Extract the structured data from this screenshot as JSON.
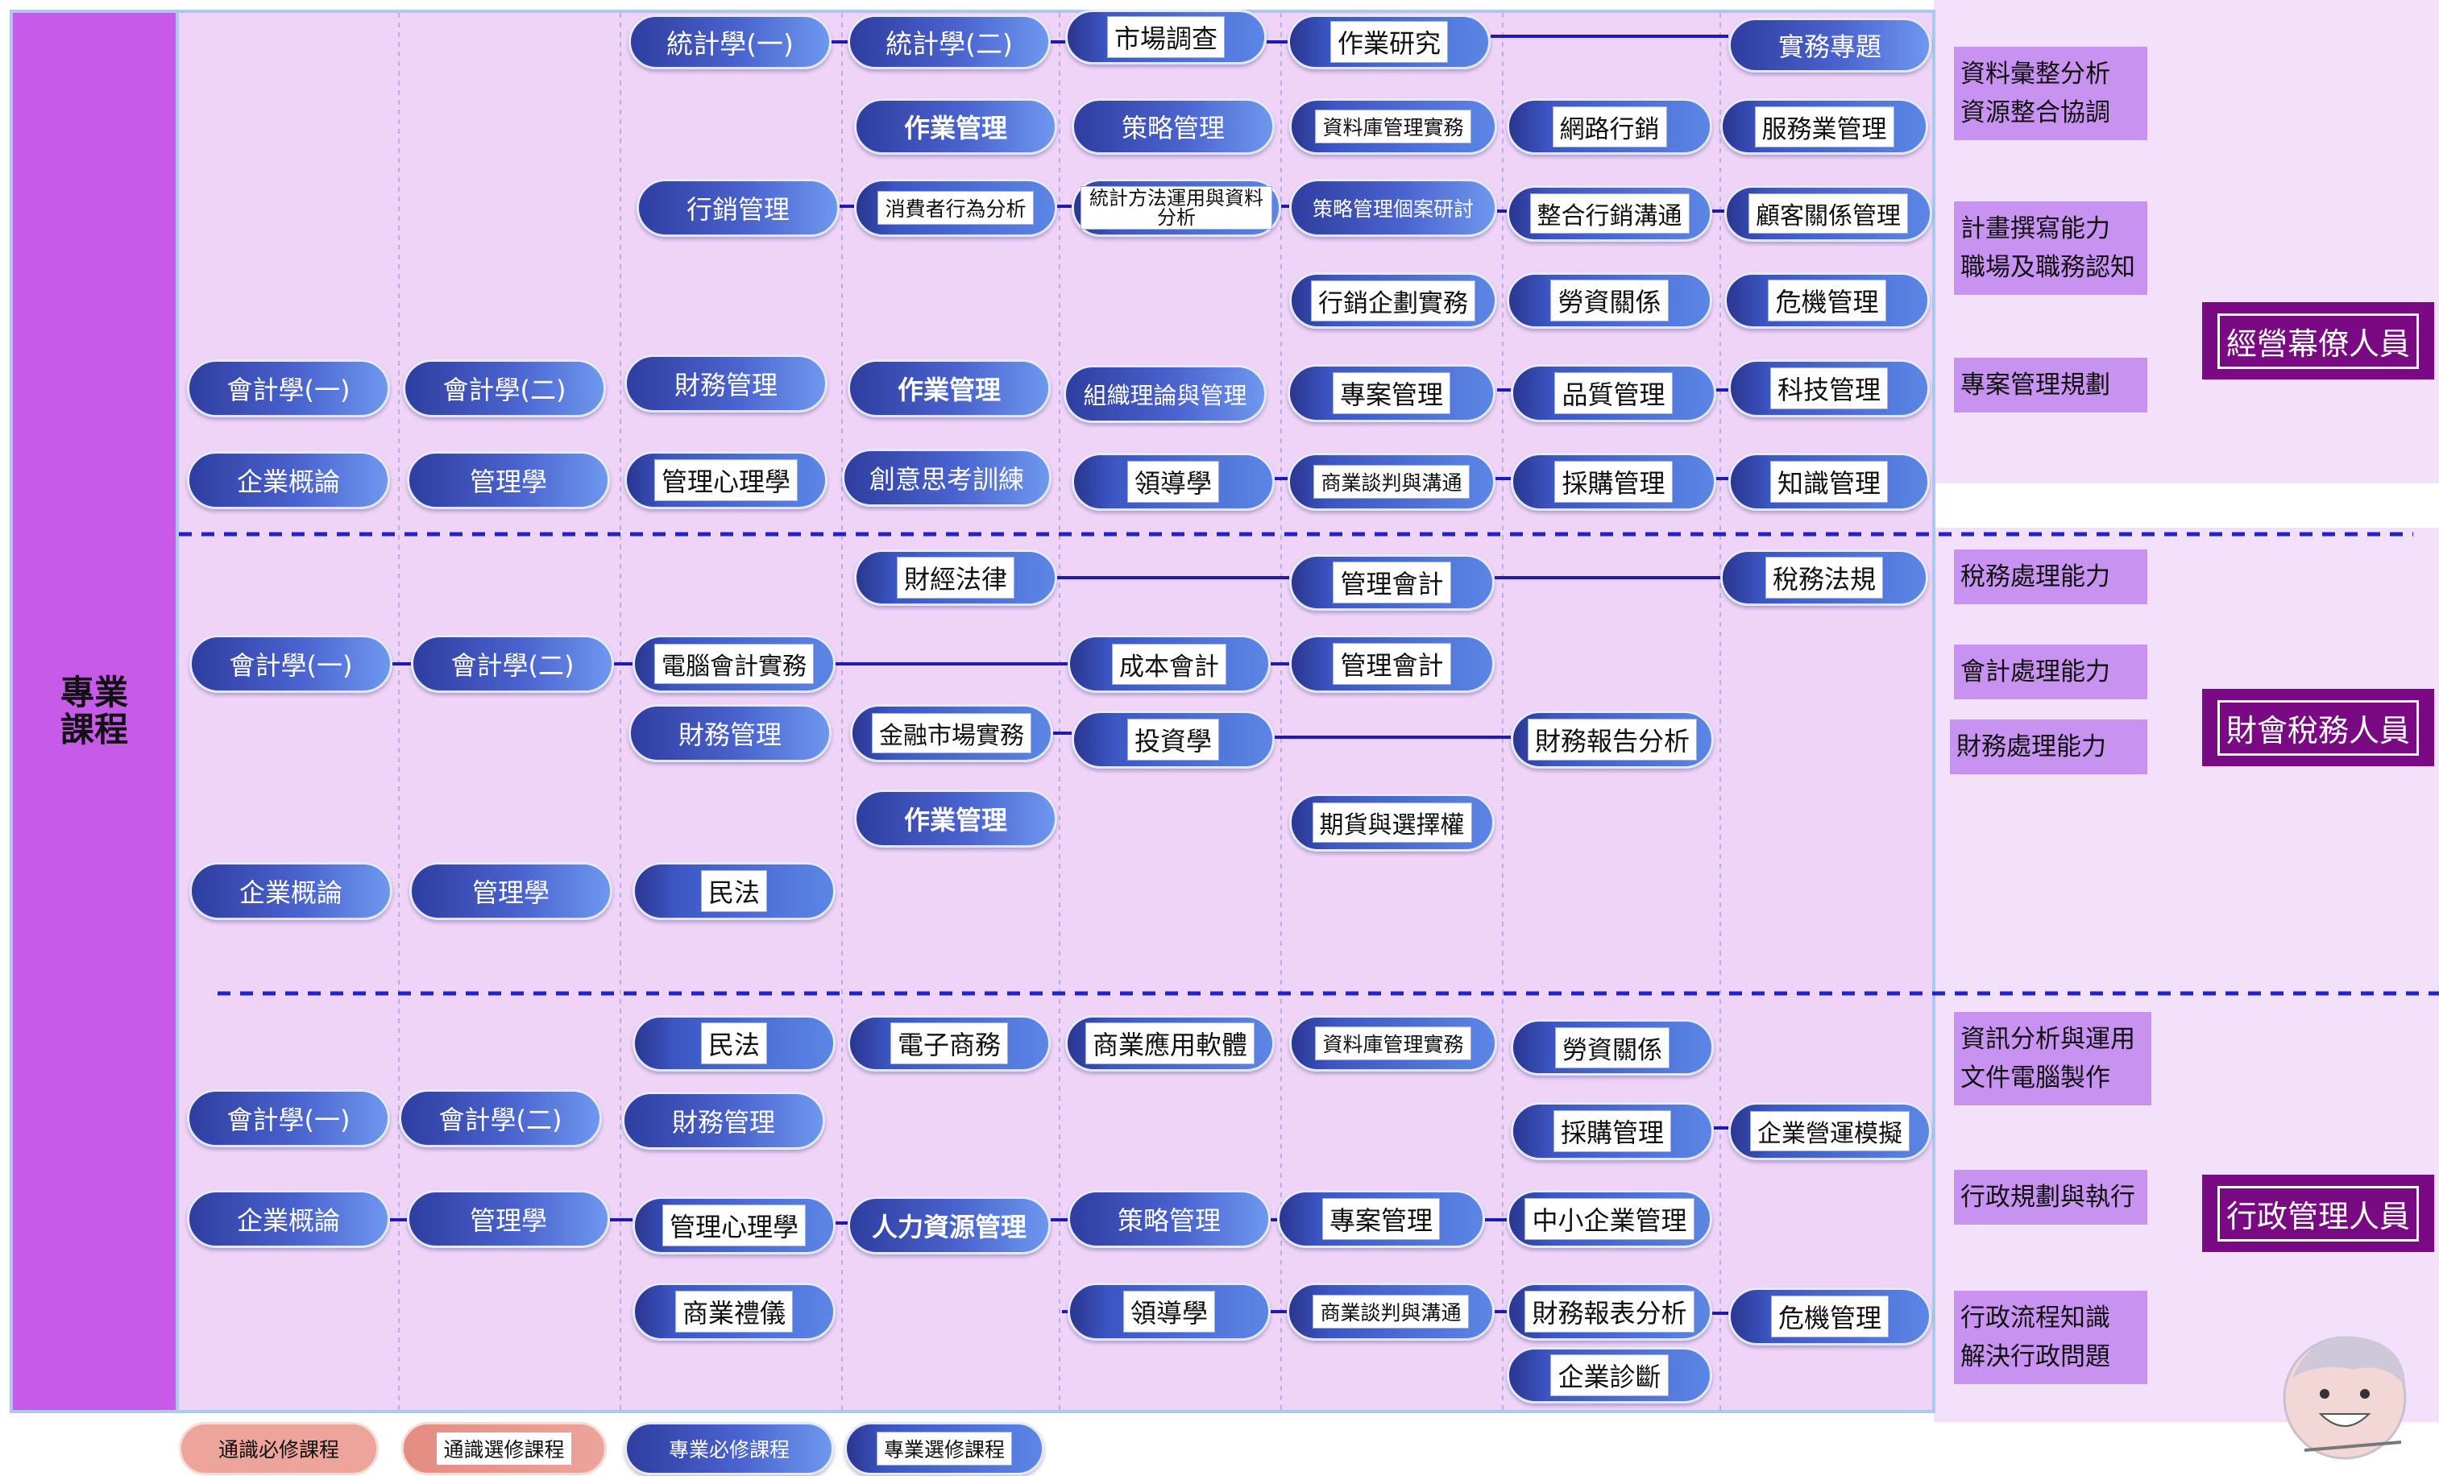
{
  "section_label": "專業\n課程",
  "tracks": [
    {
      "career": "經營幕僚人員",
      "abilities": [
        [
          "資料彙整分析",
          "資源整合協調"
        ],
        [
          "計畫撰寫能力",
          "職場及職務認知"
        ],
        [
          "專案管理規劃"
        ]
      ],
      "courses": [
        {
          "label": "統計學(一)",
          "type": "required"
        },
        {
          "label": "統計學(二)",
          "type": "required"
        },
        {
          "label": "市場調查",
          "type": "elective"
        },
        {
          "label": "作業研究",
          "type": "elective"
        },
        {
          "label": "實務專題",
          "type": "required"
        },
        {
          "label": "作業管理",
          "type": "required"
        },
        {
          "label": "策略管理",
          "type": "required"
        },
        {
          "label": "資料庫管理實務",
          "type": "elective"
        },
        {
          "label": "網路行銷",
          "type": "elective"
        },
        {
          "label": "服務業管理",
          "type": "elective"
        },
        {
          "label": "行銷管理",
          "type": "required"
        },
        {
          "label": "消費者行為分析",
          "type": "elective"
        },
        {
          "label": "統計方法運用與資料分析",
          "type": "elective"
        },
        {
          "label": "策略管理個案研討",
          "type": "required"
        },
        {
          "label": "整合行銷溝通",
          "type": "elective"
        },
        {
          "label": "顧客關係管理",
          "type": "elective"
        },
        {
          "label": "行銷企劃實務",
          "type": "elective"
        },
        {
          "label": "勞資關係",
          "type": "elective"
        },
        {
          "label": "危機管理",
          "type": "elective"
        },
        {
          "label": "會計學(一)",
          "type": "required"
        },
        {
          "label": "會計學(二)",
          "type": "required"
        },
        {
          "label": "財務管理",
          "type": "required"
        },
        {
          "label": "作業管理",
          "type": "required"
        },
        {
          "label": "組織理論與管理",
          "type": "required"
        },
        {
          "label": "專案管理",
          "type": "elective"
        },
        {
          "label": "品質管理",
          "type": "elective"
        },
        {
          "label": "科技管理",
          "type": "elective"
        },
        {
          "label": "企業概論",
          "type": "required"
        },
        {
          "label": "管理學",
          "type": "required"
        },
        {
          "label": "管理心理學",
          "type": "elective"
        },
        {
          "label": "創意思考訓練",
          "type": "required"
        },
        {
          "label": "領導學",
          "type": "elective"
        },
        {
          "label": "商業談判與溝通",
          "type": "elective"
        },
        {
          "label": "採購管理",
          "type": "elective"
        },
        {
          "label": "知識管理",
          "type": "elective"
        }
      ]
    },
    {
      "career": "財會稅務人員",
      "abilities": [
        [
          "稅務處理能力"
        ],
        [
          "會計處理能力"
        ],
        [
          "財務處理能力"
        ]
      ],
      "courses": [
        {
          "label": "財經法律",
          "type": "elective"
        },
        {
          "label": "管理會計",
          "type": "elective"
        },
        {
          "label": "稅務法規",
          "type": "elective"
        },
        {
          "label": "會計學(一)",
          "type": "required"
        },
        {
          "label": "會計學(二)",
          "type": "required"
        },
        {
          "label": "電腦會計實務",
          "type": "elective"
        },
        {
          "label": "成本會計",
          "type": "elective"
        },
        {
          "label": "管理會計",
          "type": "elective"
        },
        {
          "label": "財務管理",
          "type": "required"
        },
        {
          "label": "金融市場實務",
          "type": "elective"
        },
        {
          "label": "投資學",
          "type": "elective"
        },
        {
          "label": "財務報告分析",
          "type": "elective"
        },
        {
          "label": "作業管理",
          "type": "required"
        },
        {
          "label": "期貨與選擇權",
          "type": "elective"
        },
        {
          "label": "企業概論",
          "type": "required"
        },
        {
          "label": "管理學",
          "type": "required"
        },
        {
          "label": "民法",
          "type": "elective"
        }
      ]
    },
    {
      "career": "行政管理人員",
      "abilities": [
        [
          "資訊分析與運用",
          "文件電腦製作"
        ],
        [
          "行政規劃與執行"
        ],
        [
          "行政流程知識",
          "解決行政問題"
        ]
      ],
      "courses": [
        {
          "label": "民法",
          "type": "elective"
        },
        {
          "label": "電子商務",
          "type": "elective"
        },
        {
          "label": "商業應用軟體",
          "type": "elective"
        },
        {
          "label": "資料庫管理實務",
          "type": "elective"
        },
        {
          "label": "勞資關係",
          "type": "elective"
        },
        {
          "label": "會計學(一)",
          "type": "required"
        },
        {
          "label": "會計學(二)",
          "type": "required"
        },
        {
          "label": "財務管理",
          "type": "required"
        },
        {
          "label": "採購管理",
          "type": "elective"
        },
        {
          "label": "企業營運模擬",
          "type": "elective"
        },
        {
          "label": "企業概論",
          "type": "required"
        },
        {
          "label": "管理學",
          "type": "required"
        },
        {
          "label": "管理心理學",
          "type": "elective"
        },
        {
          "label": "人力資源管理",
          "type": "required"
        },
        {
          "label": "策略管理",
          "type": "required"
        },
        {
          "label": "專案管理",
          "type": "elective"
        },
        {
          "label": "中小企業管理",
          "type": "elective"
        },
        {
          "label": "商業禮儀",
          "type": "elective"
        },
        {
          "label": "領導學",
          "type": "elective"
        },
        {
          "label": "商業談判與溝通",
          "type": "elective"
        },
        {
          "label": "財務報表分析",
          "type": "elective"
        },
        {
          "label": "危機管理",
          "type": "elective"
        },
        {
          "label": "企業診斷",
          "type": "elective"
        }
      ]
    }
  ],
  "legend": [
    {
      "label": "通識必修課程",
      "type": "general-required"
    },
    {
      "label": "通識選修課程",
      "type": "general-elective"
    },
    {
      "label": "專業必修課程",
      "type": "required"
    },
    {
      "label": "專業選修課程",
      "type": "elective"
    }
  ],
  "colors": {
    "section_label_bg": "#c75ae8",
    "grid_bg": "#f0d4f8",
    "ability_bg": "#c893f0",
    "career_bg": "#7a0a83",
    "required_gradient": [
      "#2f3d9f",
      "#6e98ee"
    ],
    "connector": "#1d1ab8"
  },
  "icons": [
    "mascot-face-icon"
  ]
}
